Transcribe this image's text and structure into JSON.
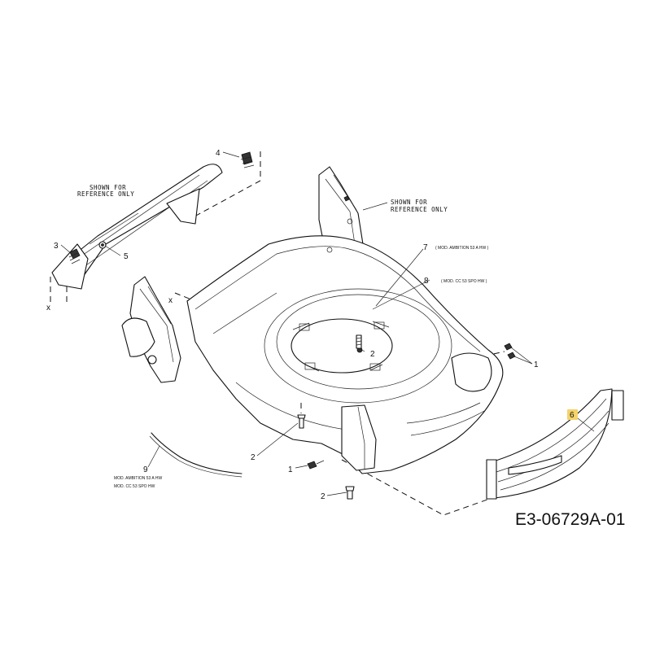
{
  "diagram_code": "E3-06729A-01",
  "notes": {
    "shown_for_reference_left": [
      "SHOWN FOR",
      "REFERENCE ONLY"
    ],
    "shown_for_reference_right": [
      "SHOWN FOR",
      "REFERENCE ONLY"
    ]
  },
  "callouts": {
    "c1_a": "1",
    "c1_b": "1",
    "c2_a": "2",
    "c2_b": "2",
    "c2_c": "2",
    "c3": "3",
    "c4": "4",
    "c5": "5",
    "c6": "6",
    "c7": "7",
    "c8": "8",
    "c9": "9",
    "x_a": "x",
    "x_b": "x"
  },
  "model_notes": {
    "p7": "( MOD. AMBITION 53 A HW )",
    "p8": "( MOD. CC 53 SPO HW )",
    "p9_line1": "MOD. AMBITION 53 A HW",
    "p9_line2": "MOD. CC 53 SPO HW"
  },
  "colors": {
    "highlight": "#f3d36a",
    "line": "#111111",
    "background": "#ffffff"
  }
}
